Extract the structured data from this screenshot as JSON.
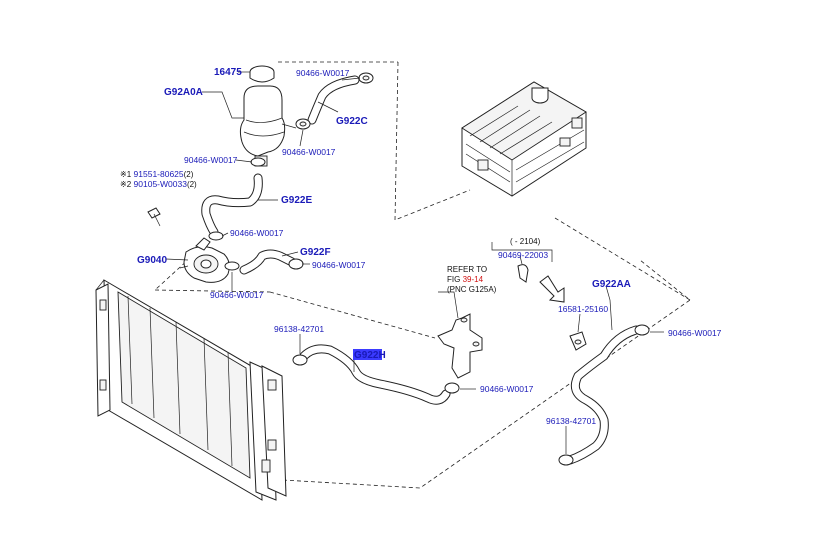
{
  "labels": {
    "reservoir_cap": "16475",
    "reservoir": "G92A0A",
    "clamp_top": "90466-W0017",
    "hose_c": "G922C",
    "clamp_reservoir": "90466-W0017",
    "clamp_reservoir_mid": "90466-W0017",
    "bolt_1_mark": "※1",
    "bolt_1": "91551-80625",
    "bolt_1_qty": "(2)",
    "bolt_2_mark": "※2",
    "bolt_2": "90105-W0033",
    "bolt_2_qty": "(2)",
    "hose_e": "G922E",
    "clamp_e": "90466-W0017",
    "pump": "G9040",
    "hose_f": "G922F",
    "clamp_f": "90466-W0017",
    "clamp_pump": "90466-W0017",
    "refer_line1": "REFER TO",
    "refer_line2_prefix": "FIG ",
    "refer_fig": "39-14",
    "refer_line3": "(PNC G125A)",
    "date_range": "( - 2104)",
    "clip": "90469-22003",
    "hose_aa": "G922AA",
    "bracket": "16581-25160",
    "clamp_aa": "90466-W0017",
    "clamp_h_left": "96138-42701",
    "hose_h": "G922H",
    "clamp_h_right": "90466-W0017",
    "clamp_aa_bottom": "96138-42701"
  },
  "colors": {
    "label": "#1a1ab8",
    "highlight": "#3b3bff",
    "reference": "#d01010",
    "line": "#222222"
  }
}
